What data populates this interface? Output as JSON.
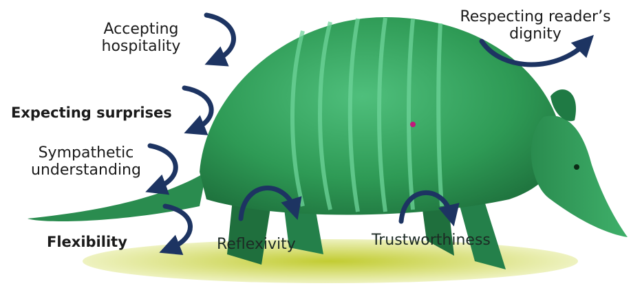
{
  "labels": {
    "accepting_hospitality": [
      "Accepting",
      "hospitality"
    ],
    "expecting_surprises": "Expecting surprises",
    "sympathetic_understanding": [
      "Sympathetic",
      "understanding"
    ],
    "flexibility": "Flexibility",
    "reflexivity": "Reflexivity",
    "trustworthiness": "Trustworthiness",
    "respecting_readers_dignity": [
      "Respecting reader’s",
      "dignity"
    ]
  },
  "colors": {
    "arrow": "#1d3462",
    "armadillo_body": "#2e9a55",
    "armadillo_band": "#59c08a",
    "ground": "#c7cf3c",
    "text": "#1a1a1a"
  },
  "icons": {
    "arrow": "curved-arrow-icon",
    "animal": "armadillo-illustration"
  }
}
